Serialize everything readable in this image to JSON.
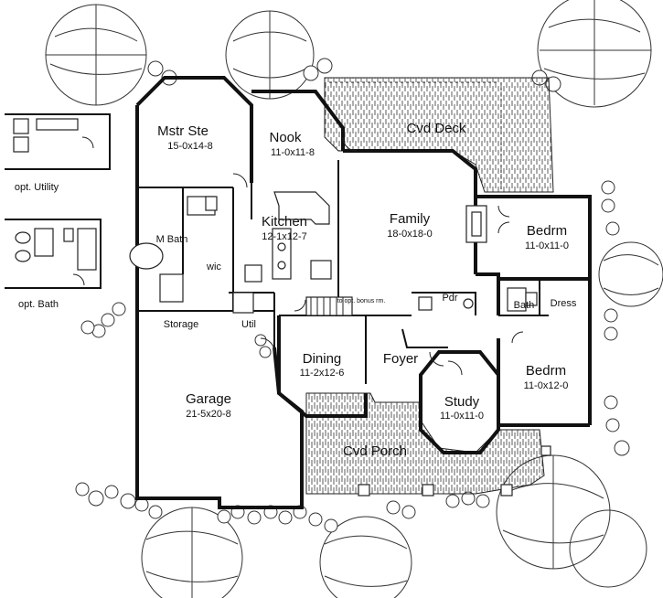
{
  "rooms": {
    "mstr_ste": {
      "name": "Mstr Ste",
      "dims": "15-0x14-8"
    },
    "nook": {
      "name": "Nook",
      "dims": "11-0x11-8"
    },
    "cvd_deck": {
      "name": "Cvd Deck"
    },
    "kitchen": {
      "name": "Kitchen",
      "dims": "12-1x12-7"
    },
    "family": {
      "name": "Family",
      "dims": "18-0x18-0"
    },
    "bedrm_1": {
      "name": "Bedrm",
      "dims": "11-0x11-0"
    },
    "m_bath": {
      "name": "M Bath"
    },
    "wic": {
      "name": "wic"
    },
    "storage": {
      "name": "Storage"
    },
    "util": {
      "name": "Util"
    },
    "to_opt_bonus": {
      "text": "to opt. bonus rm."
    },
    "pdr": {
      "name": "Pdr"
    },
    "bath": {
      "name": "Bath"
    },
    "dress": {
      "name": "Dress"
    },
    "dining": {
      "name": "Dining",
      "dims": "11-2x12-6"
    },
    "foyer": {
      "name": "Foyer"
    },
    "bedrm_2": {
      "name": "Bedrm",
      "dims": "11-0x12-0"
    },
    "garage": {
      "name": "Garage",
      "dims": "21-5x20-8"
    },
    "study": {
      "name": "Study",
      "dims": "11-0x11-0"
    },
    "cvd_porch": {
      "name": "Cvd Porch"
    }
  },
  "insets": {
    "opt_utility": "opt. Utility",
    "opt_bath": "opt. Bath"
  }
}
